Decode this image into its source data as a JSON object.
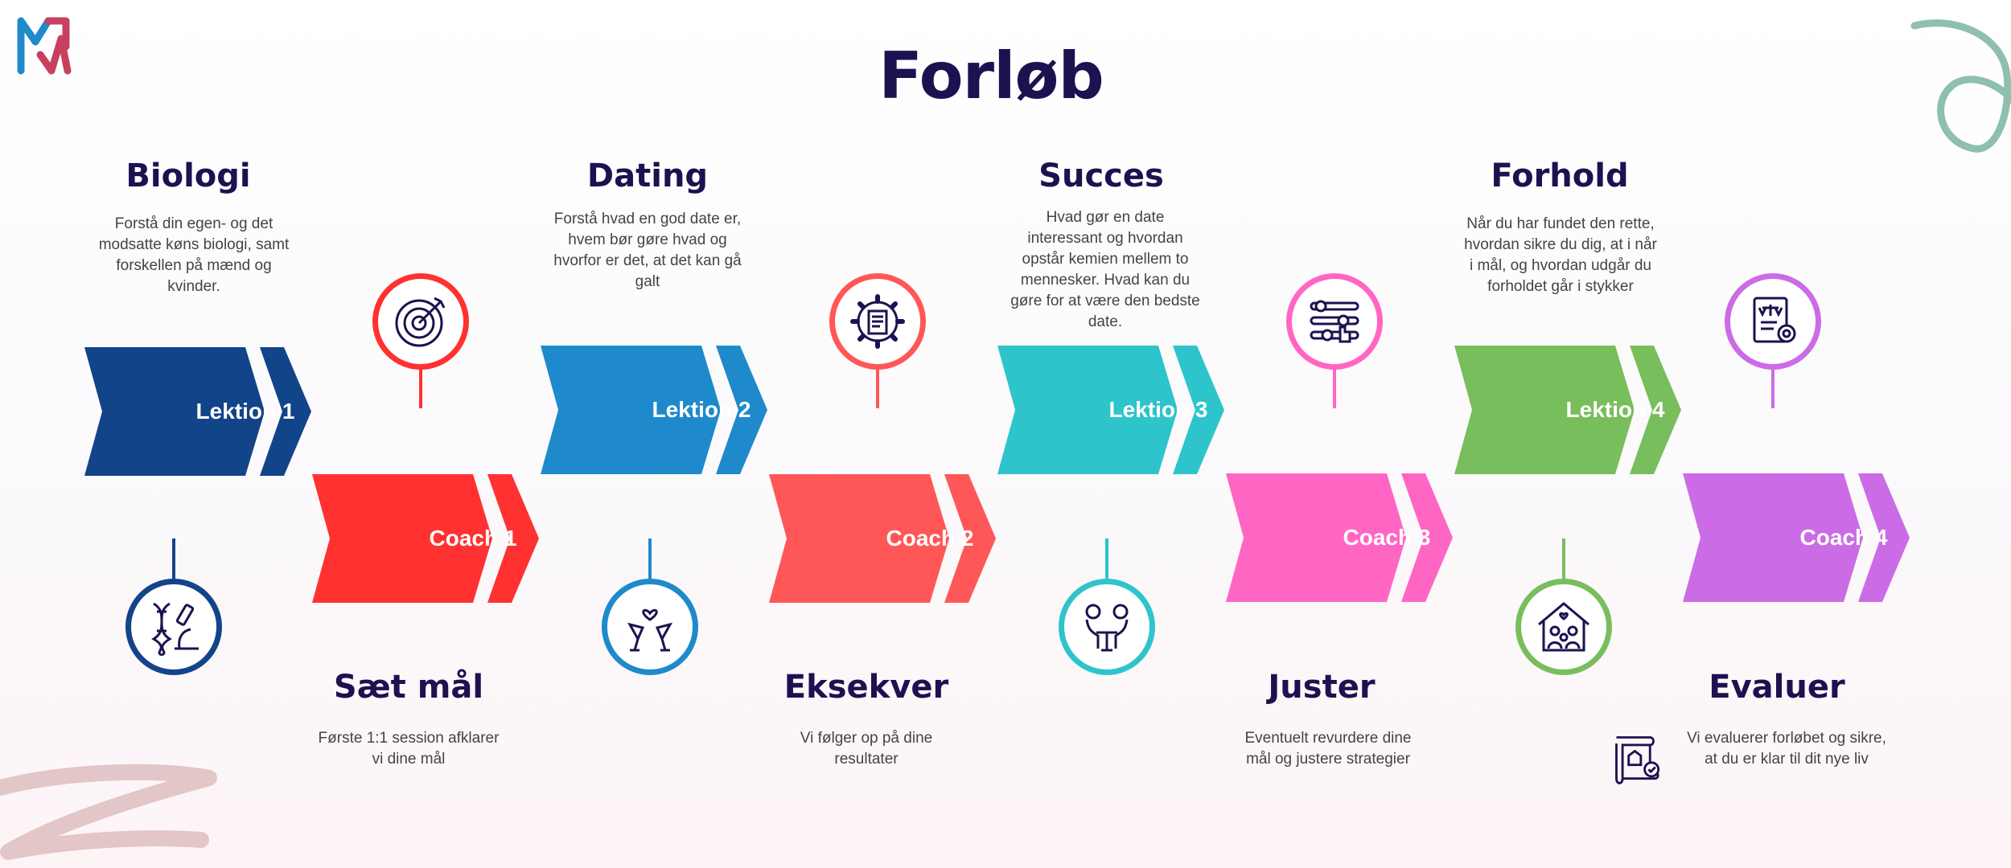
{
  "page": {
    "title": "Forløb"
  },
  "icons": {
    "logo": "mw-logo",
    "decor": [
      "loop-decoration",
      "scribble-decoration"
    ],
    "steps": [
      "dna-microscope-icon",
      "target-icon",
      "champagne-heart-icon",
      "gear-document-icon",
      "couple-date-icon",
      "sliders-hand-icon",
      "family-house-icon",
      "legal-document-gear-icon",
      "certificate-scroll-icon"
    ]
  },
  "colors": {
    "title": "#1e1150",
    "lektion_1": "#124489",
    "lektion_2": "#1e8acc",
    "lektion_3": "#2ec4cc",
    "lektion_4": "#78be5d",
    "coach_1": "#ff3131",
    "coach_2": "#ff5757",
    "coach_3": "#ff66c4",
    "coach_4": "#cb6ce6"
  },
  "lessons": [
    {
      "label": "Lektion 1",
      "heading": "Biologi",
      "text": "Forstå din egen- og det modsatte køns biologi, samt forskellen på mænd og kvinder."
    },
    {
      "label": "Lektion 2",
      "heading": "Dating",
      "text": "Forstå hvad en god date er, hvem bør gøre hvad og hvorfor er det, at det kan gå galt"
    },
    {
      "label": "Lektion 3",
      "heading": "Succes",
      "text": "Hvad gør en date interessant og hvordan opstår kemien mellem to mennesker. Hvad kan du gøre for at være den bedste date."
    },
    {
      "label": "Lektion 4",
      "heading": "Forhold",
      "text": "Når du har fundet den rette, hvordan sikre du dig, at i når i mål, og hvordan udgår du forholdet går i stykker"
    }
  ],
  "coaches": [
    {
      "label": "Coach 1",
      "heading": "Sæt mål",
      "text": "Første 1:1 session afklarer vi dine mål"
    },
    {
      "label": "Coach 2",
      "heading": "Eksekver",
      "text": "Vi følger op på dine resultater"
    },
    {
      "label": "Coach 3",
      "heading": "Juster",
      "text": "Eventuelt revurdere dine mål og justere strategier"
    },
    {
      "label": "Coach 4",
      "heading": "Evaluer",
      "text": "Vi evaluerer forløbet og sikre, at du er klar til dit nye liv"
    }
  ]
}
